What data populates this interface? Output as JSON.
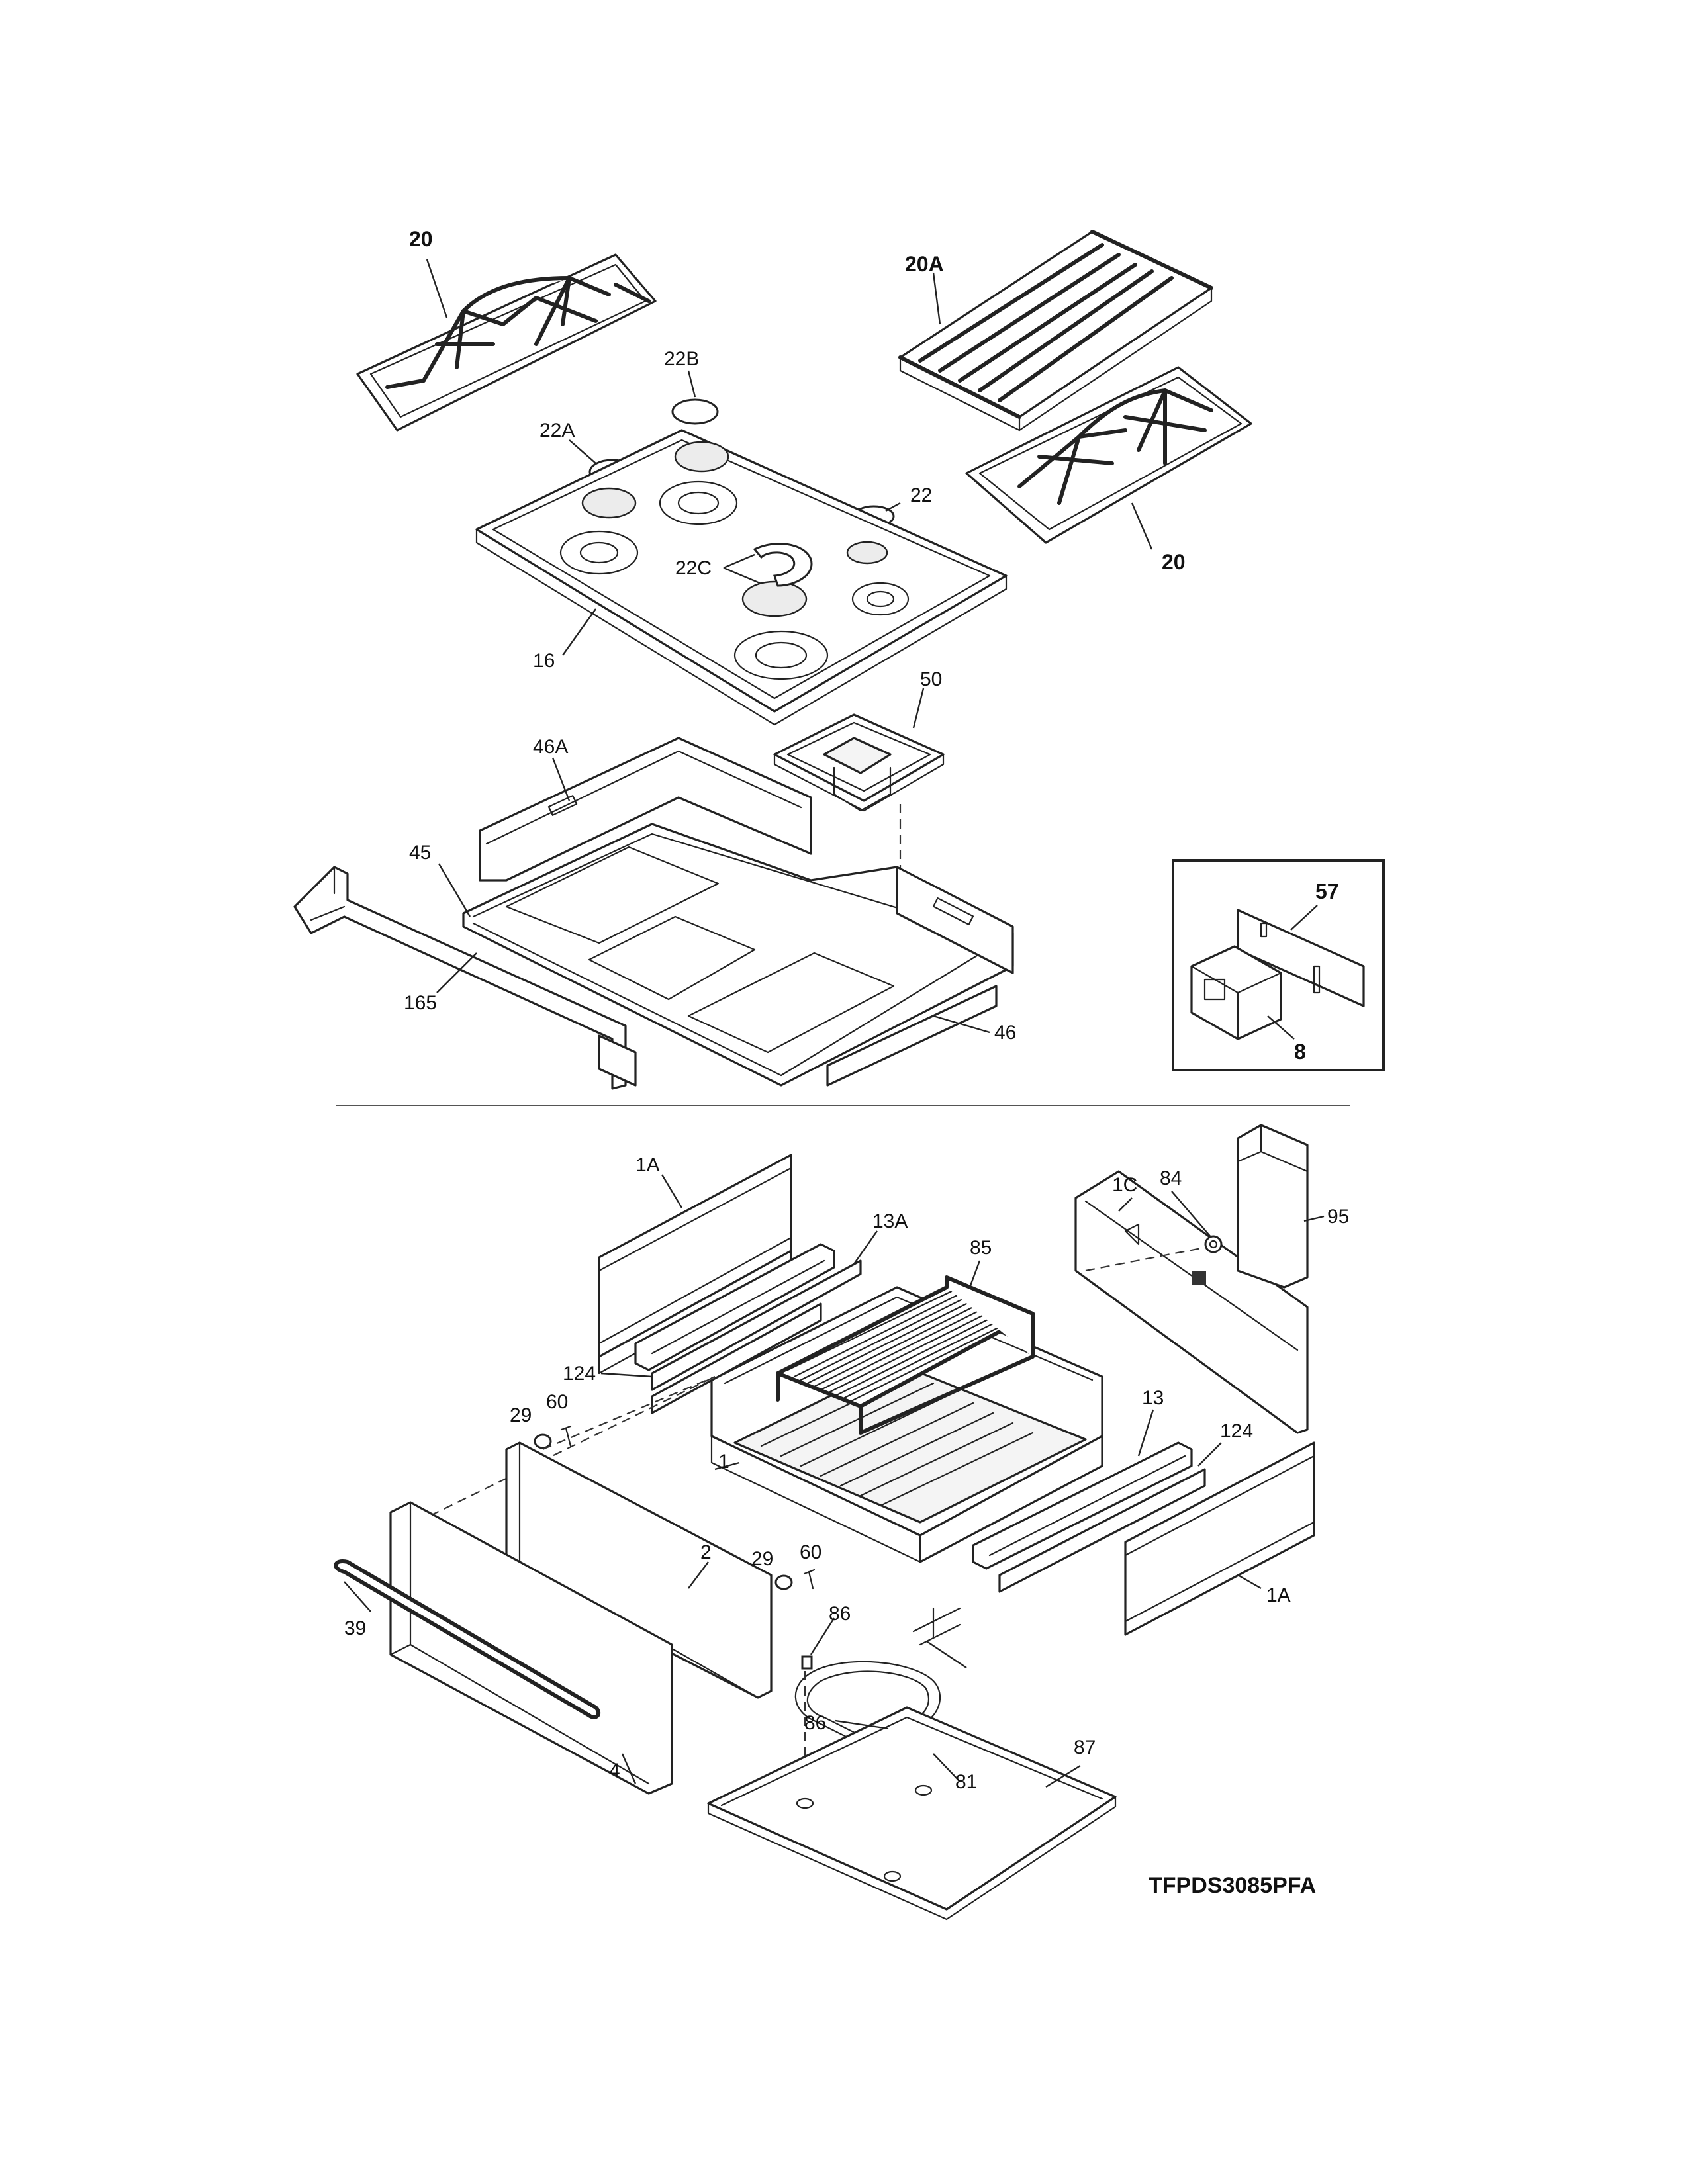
{
  "model_number": "TFPDS3085PFA",
  "callouts": {
    "grate_left": "20",
    "grate_right": "20",
    "griddle_grate": "20A",
    "cap_22": "22",
    "cap_22a": "22A",
    "cap_22b": "22B",
    "cap_22c": "22C",
    "cooktop": "16",
    "tray_50": "50",
    "panel_46a": "46A",
    "panel_45": "45",
    "bracket_165": "165",
    "panel_46": "46",
    "inset_57": "57",
    "inset_8": "8",
    "side_1a_top": "1A",
    "side_1a_bottom": "1A",
    "slide_13a": "13A",
    "rack_85": "85",
    "back_1c": "1C",
    "part_84": "84",
    "cover_95": "95",
    "slide_124_left": "124",
    "slide_124_right": "124",
    "slide_13": "13",
    "drawer_1": "1",
    "bumper_29_left": "29",
    "screw_60_left": "60",
    "bumper_29_right": "29",
    "screw_60_right": "60",
    "front_2": "2",
    "handle_39": "39",
    "door_4": "4",
    "clip_86_top": "86",
    "clip_86_bottom": "86",
    "element_81": "81",
    "bottom_87": "87"
  }
}
